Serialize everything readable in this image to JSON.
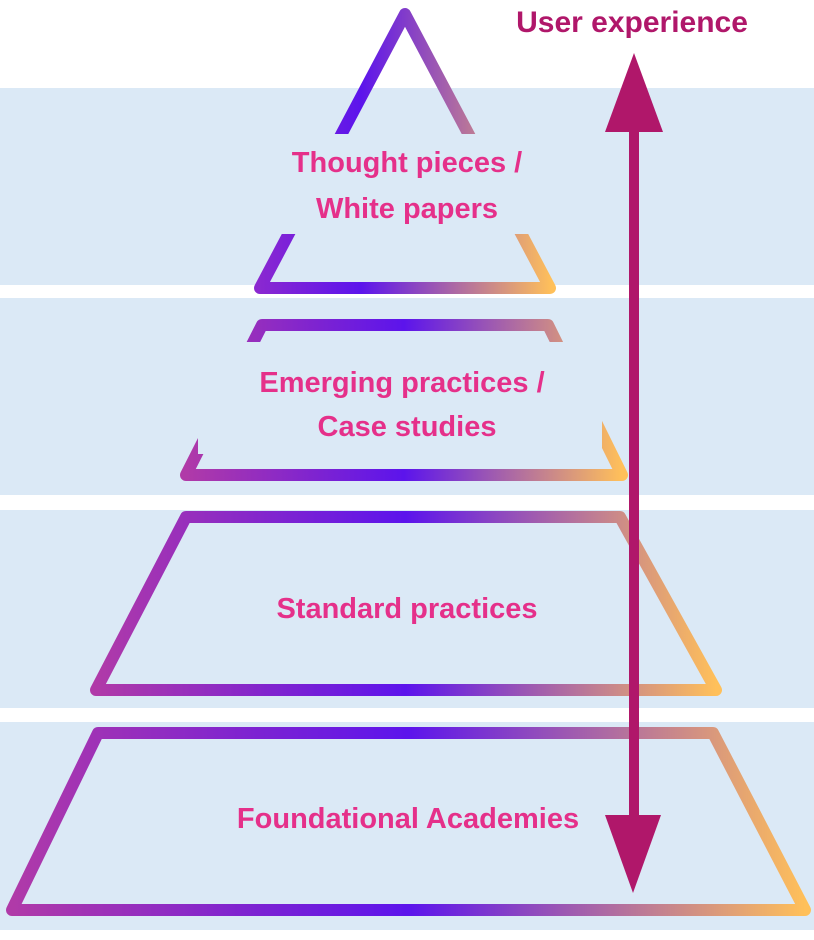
{
  "axis_label": "User experience",
  "tiers": [
    {
      "lines": [
        "Thought pieces /",
        "White papers"
      ]
    },
    {
      "lines": [
        "Emerging practices /",
        "Case studies"
      ]
    },
    {
      "lines": [
        "Standard practices"
      ]
    },
    {
      "lines": [
        "Foundational Academies"
      ]
    }
  ],
  "colors": {
    "band": "#dbe9f6",
    "label": "#e5308a",
    "arrow": "#b0176a",
    "gradient": [
      "#b03aa8",
      "#5c14ec",
      "#ffc05a"
    ]
  }
}
